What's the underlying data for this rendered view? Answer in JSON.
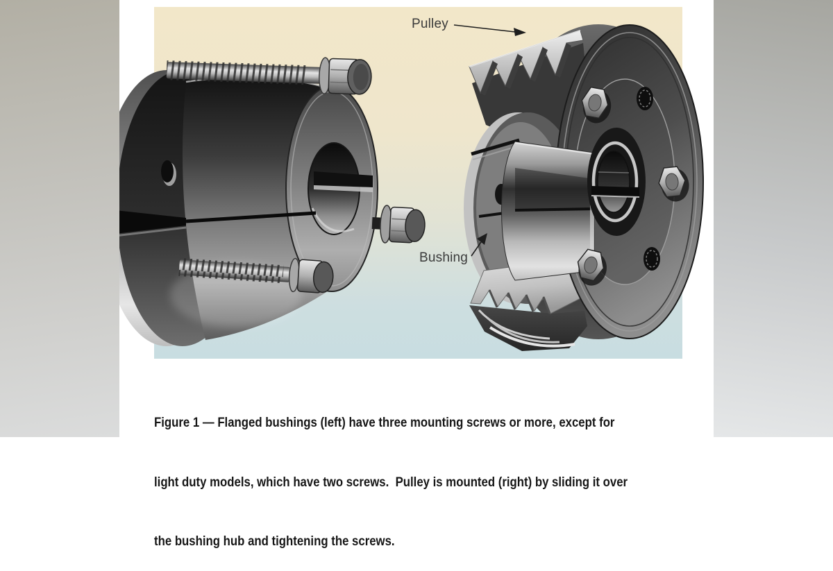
{
  "figure": {
    "kind": "technical-illustration",
    "labels": {
      "pulley": "Pulley",
      "bushing": "Bushing"
    },
    "caption": {
      "line1": "Figure 1 — Flanged bushings (left) have three mounting screws or more, except for",
      "line2": "light duty models, which have two screws.  Pulley is mounted (right) by sliding it over",
      "line3": "the bushing hub and tightening the screws."
    },
    "colors": {
      "panel_gradient_top": "#f2e7c9",
      "panel_gradient_bottom": "#c8dde1",
      "page_background": "#ffffff",
      "letterbox_left_top": "#b2afa4",
      "letterbox_left_bottom": "#dbdcdc",
      "letterbox_right_top": "#a6a6a0",
      "letterbox_right_bottom": "#e5e7e8",
      "label_text": "#3a3a3a",
      "caption_text": "#161616",
      "leader_line": "#1d1d1d"
    }
  }
}
